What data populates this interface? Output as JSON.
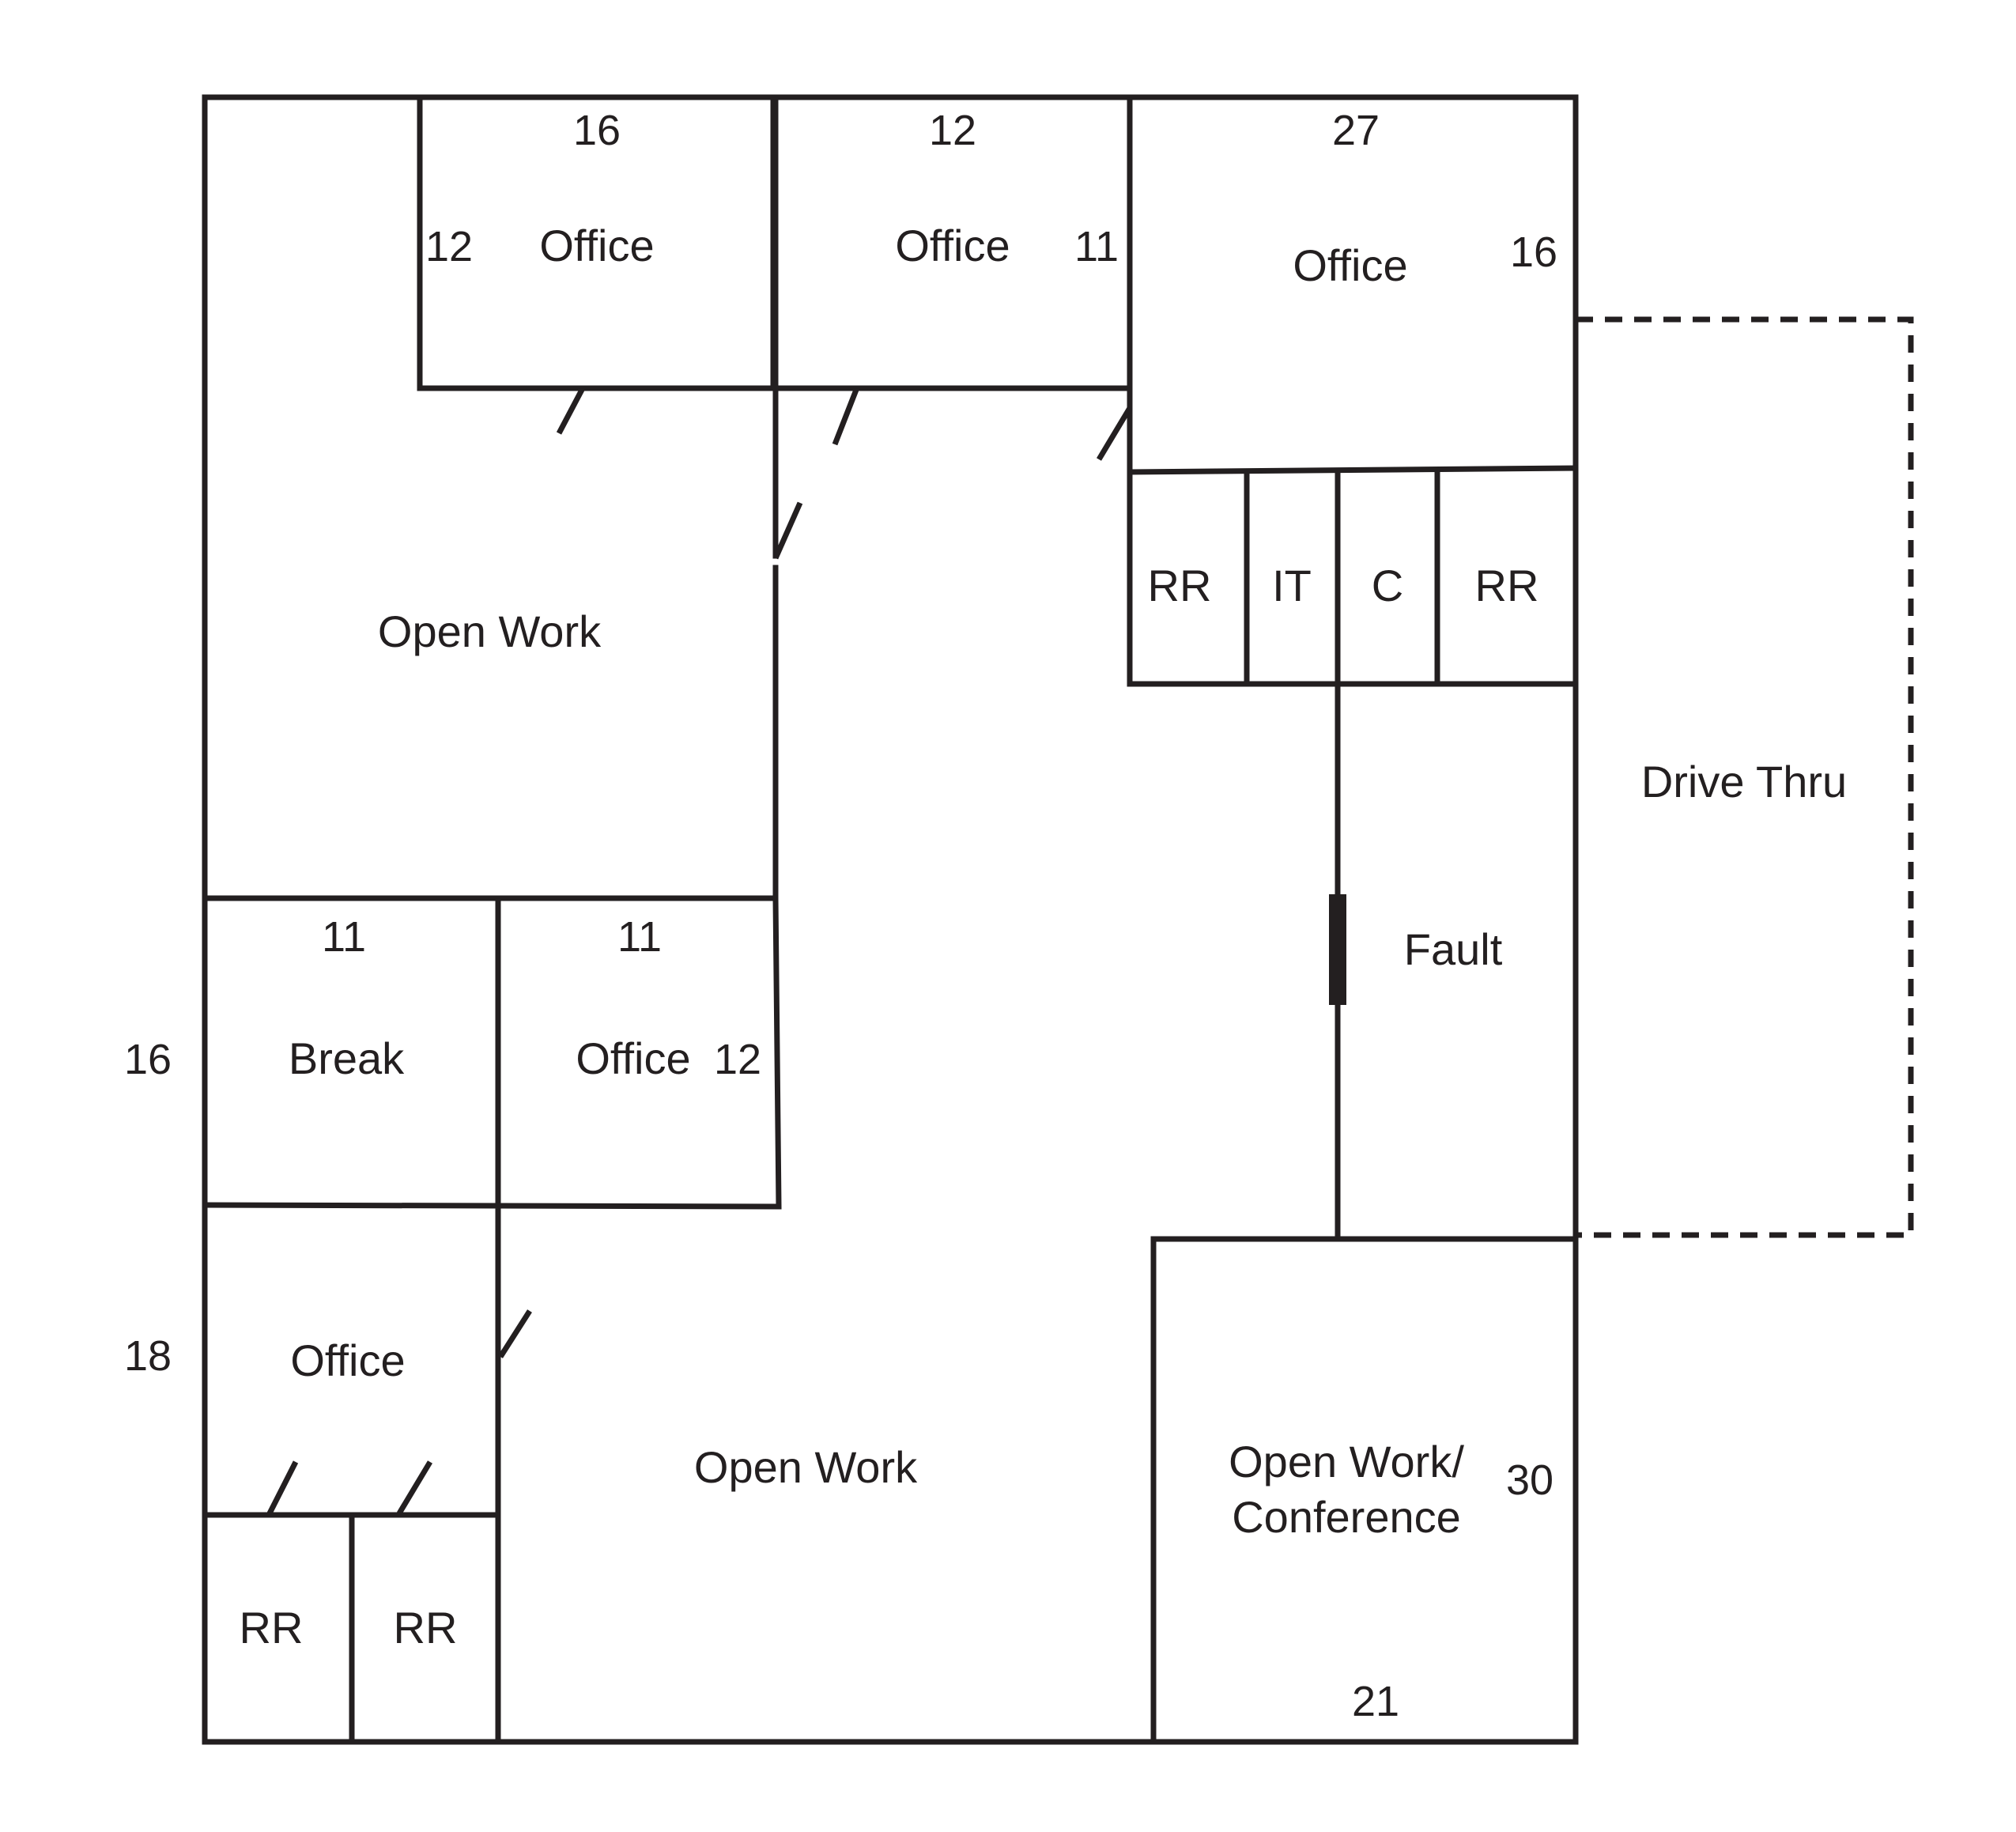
{
  "rooms": {
    "office_top_left": "Office",
    "office_top_mid": "Office",
    "office_top_right": "Office",
    "open_work_upper": "Open Work",
    "rr_1": "RR",
    "it": "IT",
    "c": "C",
    "rr_2": "RR",
    "drive_thru": "Drive Thru",
    "fault": "Fault",
    "break": "Break",
    "office_mid": "Office",
    "office_lower_left": "Office",
    "open_work_lower": "Open Work",
    "open_work_conference_line1": "Open Work/",
    "open_work_conference_line2": "Conference",
    "rr_3": "RR",
    "rr_4": "RR"
  },
  "dimensions": {
    "office_top_left_width": "16",
    "office_top_left_depth": "12",
    "office_top_mid_width": "12",
    "office_top_mid_depth": "11",
    "office_top_right_width": "27",
    "office_top_right_depth": "16",
    "break_width": "11",
    "break_depth": "16",
    "office_mid_width": "11",
    "office_mid_depth": "12",
    "office_lower_left_depth": "18",
    "conference_depth": "30",
    "conference_width": "21"
  },
  "colors": {
    "line": "#231f20",
    "background": "#ffffff"
  }
}
